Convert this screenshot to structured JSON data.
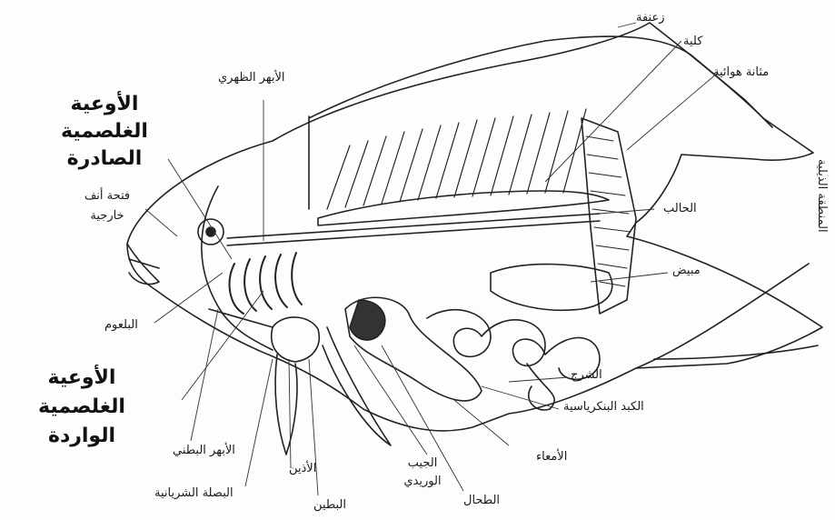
{
  "labels": {
    "dorsal_fin": "زعنفة",
    "kidney": "كلية",
    "air_bladder": "مثانة هوائية",
    "dorsal_aorta": "الأبهر الظهري",
    "efferent_vessels": "الأوعية الغلصمية الصادرة",
    "external_nostril": "فتحة أنف خارجية",
    "caudal_region": "المنطقة الذيلية",
    "ureter": "الحالب",
    "ovary": "مبيض",
    "mouth": "البلعوم",
    "afferent_vessels": "الأوعية الغلصمية الواردة",
    "anus": "الشرج",
    "hepatopancreas": "الكبد البنكرياسية",
    "ventral_aorta": "الأبهر البطني",
    "atrium": "الأذين",
    "sinus_venosus": "الجيب الوريدي",
    "intestine": "الأمعاء",
    "bulbus": "البصلة الشريانية",
    "ventricle": "البطين",
    "spleen": "الطحال"
  }
}
